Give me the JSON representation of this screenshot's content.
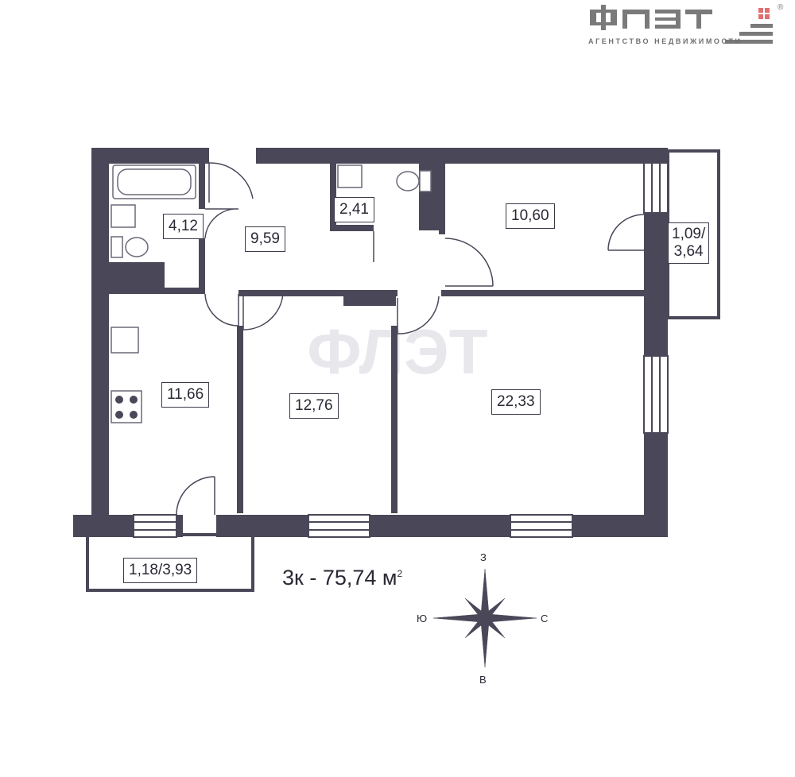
{
  "logo": {
    "name": "ФЛЭТ",
    "tagline": "АГЕНТСТВО НЕДВИЖИМОСТИ",
    "registered": "®"
  },
  "watermark": "ФЛЭТ",
  "rooms": [
    {
      "id": "bathroom",
      "area": "4,12"
    },
    {
      "id": "hall",
      "area": "9,59"
    },
    {
      "id": "wc",
      "area": "2,41"
    },
    {
      "id": "bedroom-small",
      "area": "10,60"
    },
    {
      "id": "balcony-right",
      "area_line1": "1,09/",
      "area_line2": "3,64"
    },
    {
      "id": "kitchen",
      "area": "11,66"
    },
    {
      "id": "bedroom",
      "area": "12,76"
    },
    {
      "id": "living-room",
      "area": "22,33"
    },
    {
      "id": "balcony-bottom",
      "area": "1,18/3,93"
    }
  ],
  "total": {
    "text": "3к - 75,74  м",
    "sup": "2"
  },
  "compass": {
    "top": "З",
    "bottom": "В",
    "left": "Ю",
    "right": "С"
  },
  "colors": {
    "wall": "#4a4858",
    "logo_gray": "#7a7a7a",
    "logo_red": "#e07070"
  }
}
